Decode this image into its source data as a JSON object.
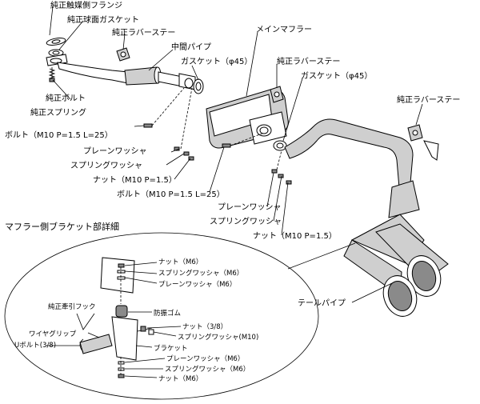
{
  "labels": {
    "cat_flange": "純正触媒側フランジ",
    "ball_gasket": "純正球面ガスケット",
    "rubber_stay_1": "純正ラバーステー",
    "mid_pipe": "中間パイプ",
    "gasket_45_1": "ガスケット（φ45）",
    "main_muffler": "メインマフラー",
    "rubber_stay_2": "純正ラバーステー",
    "gasket_45_2": "ガスケット（φ45）",
    "rubber_stay_3": "純正ラバーステー",
    "oem_bolt": "純正ボルト",
    "oem_spring": "純正スプリング",
    "bolt_1": "ボルト（M10 P=1.5 L=25）",
    "plain_washer_1": "プレーンワッシャ",
    "spring_washer_1": "スプリングワッシャ",
    "nut_1": "ナット（M10 P=1.5）",
    "bolt_2": "ボルト（M10 P=1.5 L=25）",
    "plain_washer_2": "プレーンワッシャ",
    "spring_washer_2": "スプリングワッシャ",
    "nut_2": "ナット（M10 P=1.5）",
    "tail_pipe": "テールパイプ"
  },
  "detail": {
    "title": "マフラー側ブラケット部詳細",
    "nut_m6_top": "ナット（M6）",
    "spring_washer_m6_top": "スプリングワッシャ（M6）",
    "plain_washer_m6_top": "プレーンワッシャ（M6）",
    "tow_hook": "純正牽引フック",
    "rubber": "防振ゴム",
    "nut_38": "ナット（3/8）",
    "spring_washer_m10": "スプリングワッシャ(M10)",
    "wire_grip": "ワイヤグリップ",
    "u_bolt": "Uボルト(3/8)",
    "bracket": "ブラケット",
    "plain_washer_m6_bot": "プレーンワッシャ（M6）",
    "spring_washer_m6_bot": "スプリングワッシャ（M6）",
    "nut_m6_bot": "ナット（M6）"
  }
}
